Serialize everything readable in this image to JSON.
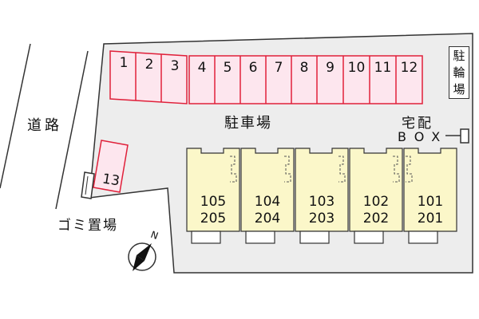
{
  "labels": {
    "road": "道路",
    "parking_lot": "駐車場",
    "delivery_box_line1": "宅配",
    "delivery_box_line2": "BOX",
    "garbage": "ゴミ置場",
    "bike_parking": [
      "駐",
      "輪",
      "場"
    ],
    "north": "N"
  },
  "parking_slots": [
    "1",
    "2",
    "3",
    "4",
    "5",
    "6",
    "7",
    "8",
    "9",
    "10",
    "11",
    "12",
    "13"
  ],
  "units": [
    {
      "upper": "105",
      "lower": "205"
    },
    {
      "upper": "104",
      "lower": "204"
    },
    {
      "upper": "103",
      "lower": "203"
    },
    {
      "upper": "102",
      "lower": "202"
    },
    {
      "upper": "101",
      "lower": "201"
    }
  ],
  "colors": {
    "lot_fill": "#ededed",
    "slot_fill": "#fde6ee",
    "slot_border": "#e0203a",
    "building_fill": "#fbf7c9",
    "outline": "#333333"
  }
}
